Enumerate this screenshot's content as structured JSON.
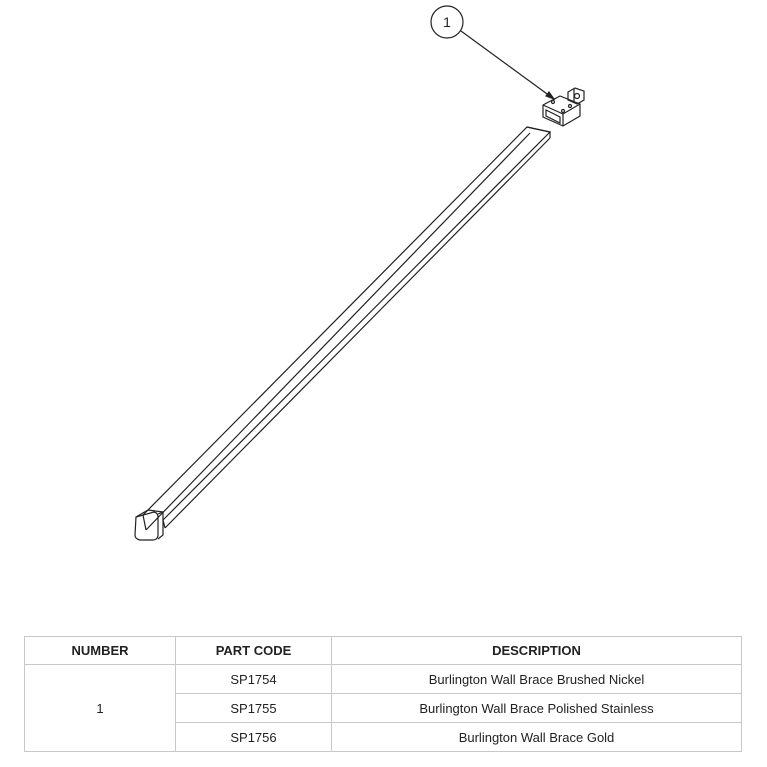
{
  "drawing": {
    "balloon_number": "1"
  },
  "table": {
    "headers": [
      "NUMBER",
      "PART CODE",
      "DESCRIPTION"
    ],
    "number": "1",
    "rows": [
      {
        "part_code": "SP1754",
        "description": "Burlington Wall Brace Brushed Nickel"
      },
      {
        "part_code": "SP1755",
        "description": "Burlington Wall Brace Polished Stainless"
      },
      {
        "part_code": "SP1756",
        "description": "Burlington Wall Brace Gold"
      }
    ]
  }
}
